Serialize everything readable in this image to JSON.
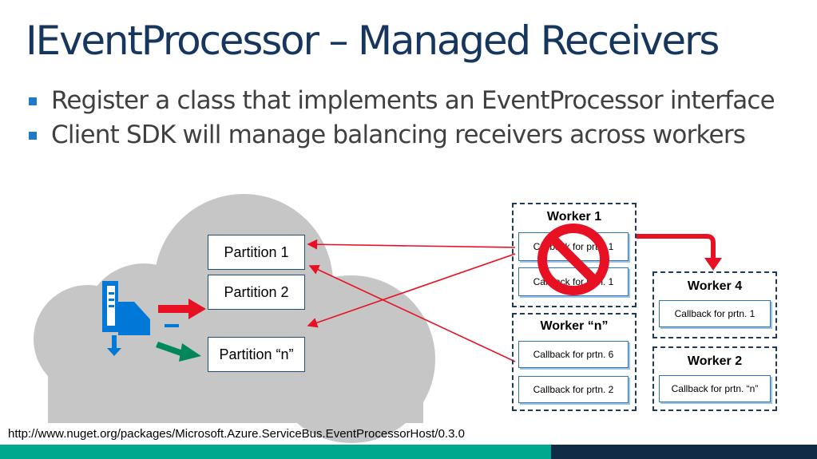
{
  "title": "IEventProcessor – Managed Receivers",
  "bullets": [
    "Register a class that implements an EventProcessor interface",
    "Client SDK will manage balancing receivers across workers"
  ],
  "partitions": [
    "Partition 1",
    "Partition 2",
    "Partition “n”"
  ],
  "workers": {
    "w1": {
      "title": "Worker 1",
      "callbacks": [
        "Callback for prtn. 1",
        "Callback for prtn. 1"
      ]
    },
    "wn": {
      "title": "Worker “n”",
      "callbacks": [
        "Callback for prtn. 6",
        "Callback for prtn. 2"
      ]
    },
    "w4": {
      "title": "Worker 4",
      "callbacks": [
        "Callback for prtn. 1"
      ]
    },
    "w2": {
      "title": "Worker 2",
      "callbacks": [
        "Callback for prtn. “n”"
      ]
    }
  },
  "colors": {
    "title": "#17365d",
    "cloud": "#c6c6c6",
    "arrow_red": "#e81123",
    "arrow_green": "#00875a",
    "icon_blue": "#0078d7",
    "no_sign": "#e81123"
  },
  "icons": [
    "cloud-icon",
    "event-hub-icon",
    "no-entry-icon"
  ],
  "footer": {
    "url": "http://www.nuget.org/packages/Microsoft.Azure.ServiceBus.EventProcessorHost/0.3.0"
  }
}
